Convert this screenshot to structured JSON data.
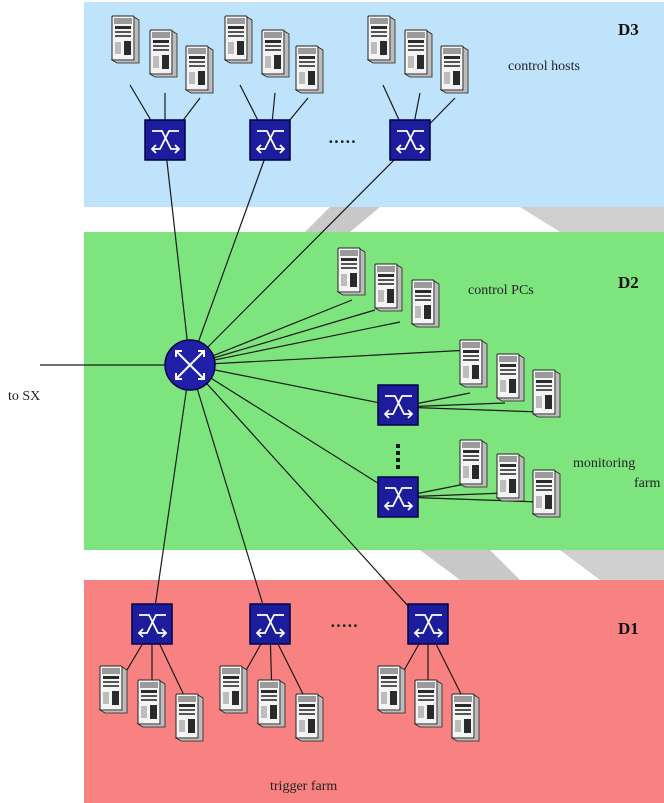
{
  "zones": {
    "d3": {
      "label": "D3",
      "color": "#bfe3fa"
    },
    "d2": {
      "label": "D2",
      "color": "#7ee57e"
    },
    "d1": {
      "label": "D1",
      "color": "#f88282"
    }
  },
  "labels": {
    "control_hosts": "control hosts",
    "control_pcs": "control PCs",
    "monitoring_line1": "monitoring",
    "monitoring_line2": "farm",
    "trigger_farm": "trigger farm",
    "to_sx": "to SX"
  },
  "ellipsis": {
    "dots": "·····"
  },
  "colors": {
    "switch_fill": "#1c1c9c",
    "switch_stroke": "#000044",
    "router_fill": "#1f1fa8",
    "server_body": "#f4f4f4",
    "server_shade": "#bcbcbc",
    "shadow_band": "#c8c8c8"
  },
  "icons": {
    "switch": "network-switch-icon",
    "router": "router-icon",
    "server": "server-tower-icon"
  }
}
